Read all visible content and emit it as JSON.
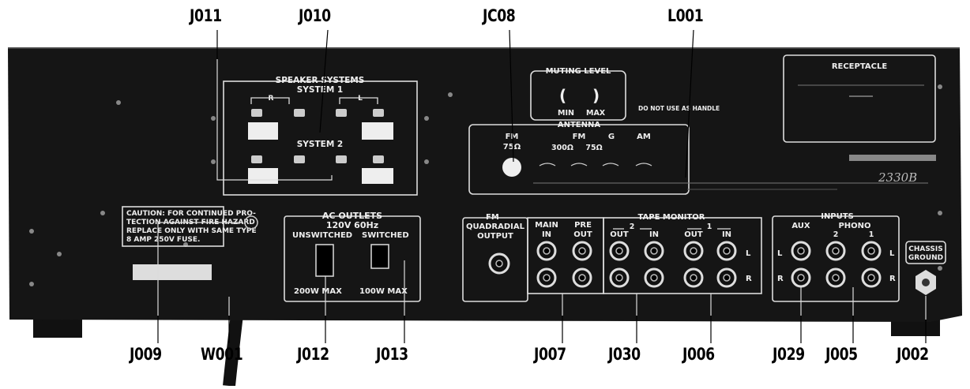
{
  "callouts": {
    "j011": "J011",
    "j010": "J010",
    "jc08": "JC08",
    "l001": "L001",
    "j009": "J009",
    "w001": "W001",
    "j012": "J012",
    "j013": "J013",
    "j007": "J007",
    "j030": "J030",
    "j006": "J006",
    "j029": "J029",
    "j005": "J005",
    "j002": "J002"
  },
  "panel": {
    "speakers": {
      "title": "SPEAKER SYSTEMS",
      "system1": "SYSTEM 1",
      "system2": "SYSTEM 2",
      "r": "R",
      "l": "L"
    },
    "muting": {
      "title": "MUTING LEVEL",
      "min": "MIN",
      "max": "MAX"
    },
    "handle_warning": "DO NOT USE AS HANDLE",
    "receptacle": "RECEPTACLE",
    "antenna": {
      "title": "ANTENNA",
      "fm75": "FM",
      "fm75_ohm": "75Ω",
      "fm": "FM",
      "g": "G",
      "am": "AM",
      "ohm300": "300Ω",
      "ohm75": "75Ω"
    },
    "model": "2330B",
    "caution": [
      "CAUTION: FOR CONTINUED PRO-",
      "TECTION AGAINST FIRE HAZARD",
      "REPLACE ONLY WITH SAME TYPE",
      "8 AMP 250V FUSE."
    ],
    "ac": {
      "title": "AC OUTLETS",
      "rating": "120V 60Hz",
      "unswitched": "UNSWITCHED",
      "switched": "SWITCHED",
      "max200": "200W MAX",
      "max100": "100W MAX"
    },
    "fm_quad": {
      "fm": "FM",
      "quadradial": "QUADRADIAL",
      "output": "OUTPUT"
    },
    "main_in": {
      "main": "MAIN",
      "in": "IN"
    },
    "pre_out": {
      "pre": "PRE",
      "out": "OUT"
    },
    "tape": {
      "title": "TAPE MONITOR",
      "two": "2",
      "one": "1",
      "out": "OUT",
      "in": "IN"
    },
    "inputs": {
      "title": "INPUTS",
      "aux": "AUX",
      "phono": "PHONO",
      "two": "2",
      "one": "1"
    },
    "chassis": [
      "CHASSIS",
      "GROUND"
    ],
    "side_l": "L",
    "side_r": "R"
  }
}
